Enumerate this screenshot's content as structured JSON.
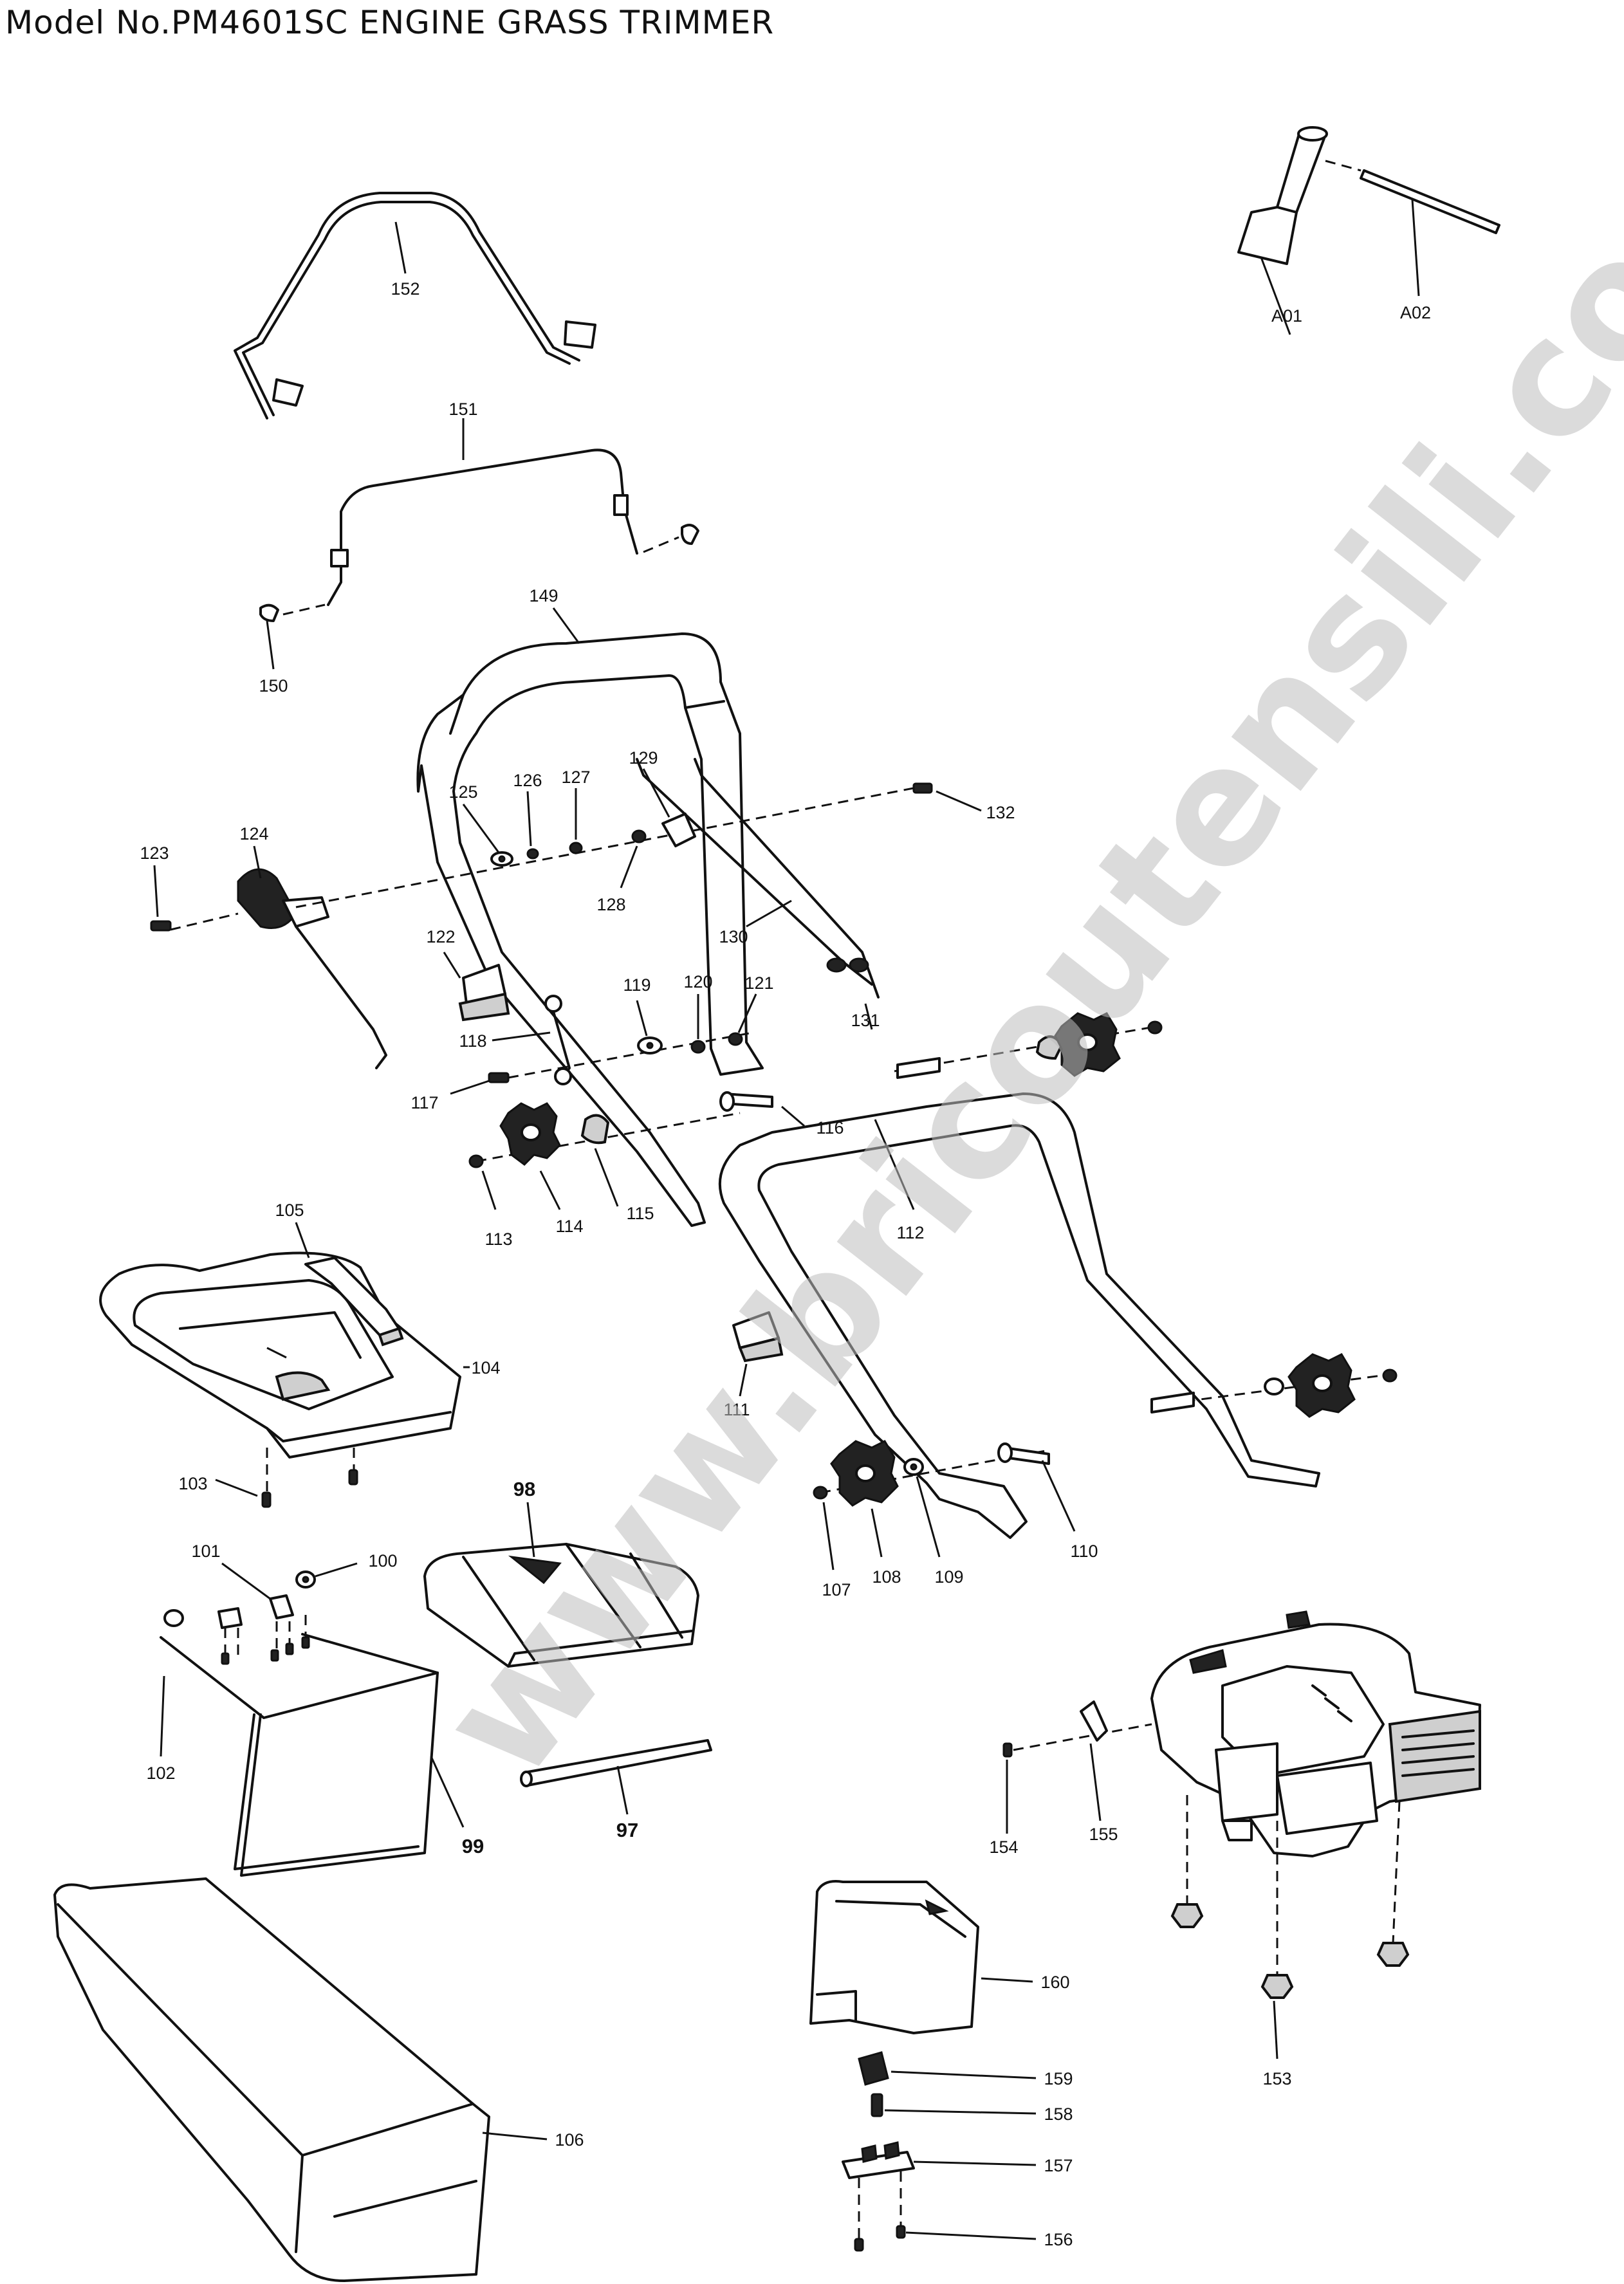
{
  "title": "Model No.PM4601SC ENGINE GRASS TRIMMER",
  "watermark": "www.bricoutensili.com",
  "labels": {
    "l_97": "97",
    "l_98": "98",
    "l_99": "99",
    "l_100": "100",
    "l_101": "101",
    "l_102": "102",
    "l_103": "103",
    "l_104": "104",
    "l_105": "105",
    "l_106": "106",
    "l_107": "107",
    "l_108": "108",
    "l_109": "109",
    "l_110": "110",
    "l_111": "111",
    "l_112": "112",
    "l_113": "113",
    "l_114": "114",
    "l_115": "115",
    "l_116": "116",
    "l_117": "117",
    "l_118": "118",
    "l_119": "119",
    "l_120": "120",
    "l_121": "121",
    "l_122": "122",
    "l_123": "123",
    "l_124": "124",
    "l_125": "125",
    "l_126": "126",
    "l_127": "127",
    "l_128": "128",
    "l_129": "129",
    "l_130": "130",
    "l_131": "131",
    "l_132": "132",
    "l_149": "149",
    "l_150": "150",
    "l_151": "151",
    "l_152": "152",
    "l_153": "153",
    "l_154": "154",
    "l_155": "155",
    "l_156": "156",
    "l_157": "157",
    "l_158": "158",
    "l_159": "159",
    "l_160": "160",
    "l_A01": "A01",
    "l_A02": "A02"
  }
}
